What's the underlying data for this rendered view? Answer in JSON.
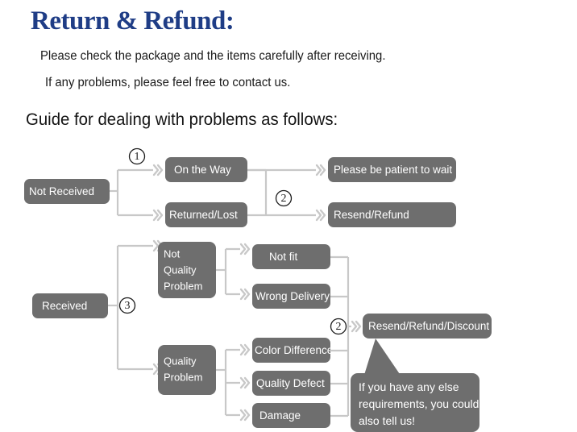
{
  "header": {
    "title": "Return & Refund:",
    "line1": "Please check the package and the items carefully after receiving.",
    "line2": "If any problems, please feel free to contact us.",
    "guide": "Guide for dealing with problems as follows:"
  },
  "colors": {
    "title": "#1f3d86",
    "node_fill": "#6e6e6e",
    "node_text": "#ffffff",
    "connector": "#c8c8c8",
    "background": "#ffffff",
    "circle_number": "#1b1b1b"
  },
  "flow": {
    "nodes": {
      "not_received": "Not Received",
      "on_the_way": "On the Way",
      "returned_lost": "Returned/Lost",
      "please_wait": "Please be patient to wait",
      "resend_refund": "Resend/Refund",
      "received": "Received",
      "not_quality_problem_l1": "Not",
      "not_quality_problem_l2": "Quality",
      "not_quality_problem_l3": "Problem",
      "quality_problem_l1": "Quality",
      "quality_problem_l2": "Problem",
      "not_fit": "Not fit",
      "wrong_delivery": "Wrong Delivery",
      "color_difference": "Color Difference",
      "quality_defect": "Quality Defect",
      "damage": "Damage",
      "resend_refund_discount": "Resend/Refund/Discount"
    },
    "markers": {
      "one": "①",
      "two_top": "②",
      "three": "③",
      "two_bottom": "②"
    },
    "marker_plain": {
      "one": "1",
      "two_top": "2",
      "three": "3",
      "two_bottom": "2"
    },
    "callout": {
      "line1": "If you have any else",
      "line2": "requirements, you could",
      "line3": "also tell us!"
    }
  }
}
